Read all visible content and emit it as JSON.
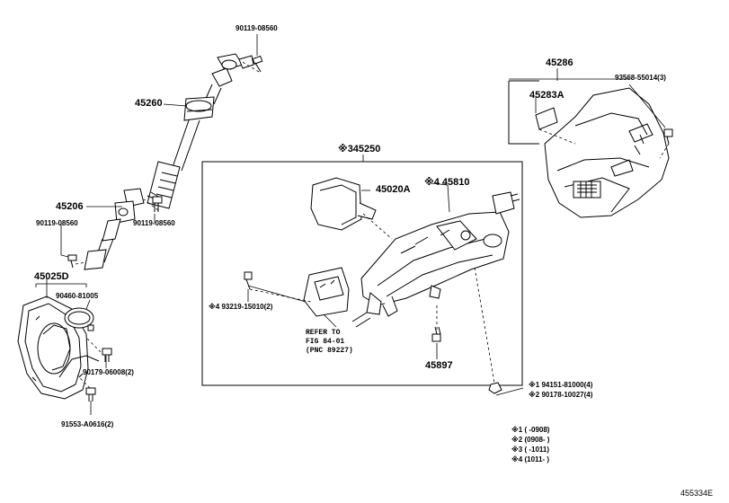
{
  "parts": {
    "p45260": "45260",
    "p90119_top": "90119-08560",
    "p45206": "45206",
    "p90119_left": "90119-08560",
    "p90119_right": "90119-08560",
    "p45025D": "45025D",
    "p90460": "90460-81005",
    "p90179": "90179-06008(2)",
    "p91553": "91553-A0616(2)",
    "p45250": "※345250",
    "p45020A": "45020A",
    "p45810": "※4 45810",
    "p93219": "※4 93219-15010(2)",
    "p45897": "45897",
    "p45286": "45286",
    "p45283A": "45283A",
    "p93568": "93568-55014(3)",
    "p94151": "※1 94151-81000(4)",
    "p90178": "※2 90178-10027(4)"
  },
  "refer": {
    "line1": "REFER TO",
    "line2": "FIG 84-01",
    "line3": "(PNC 89227)"
  },
  "notes": [
    "※1 (     -0908)",
    "※2 (0908-     )",
    "※3 (     -1011)",
    "※4 (1011-     )"
  ],
  "footer_id": "455334E"
}
